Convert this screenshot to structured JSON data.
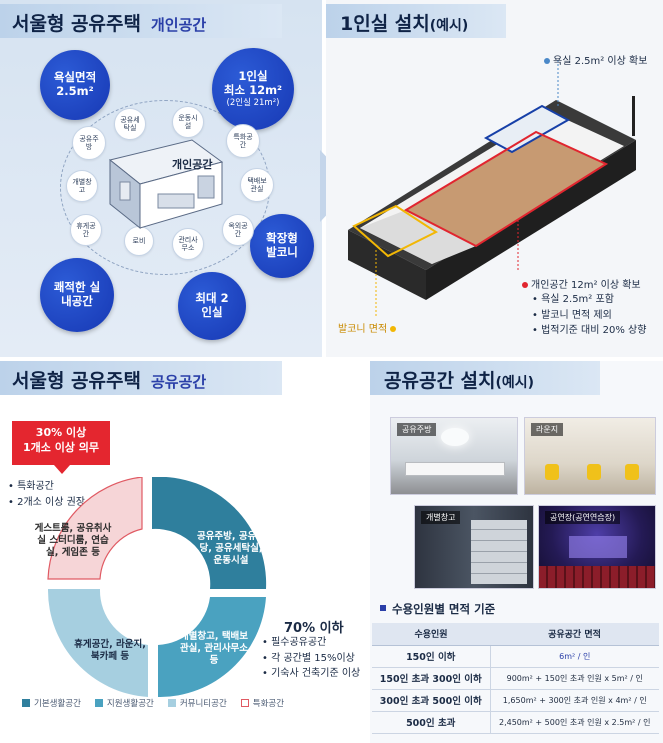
{
  "private": {
    "title": "서울형 공유주택",
    "subtitle": "개인공간",
    "bubbles": {
      "bath": "욕실면적 2.5m²",
      "single_l1": "1인실",
      "single_l2": "최소 12m²",
      "single_l3": "(2인실 21m²)",
      "comfort": "쾌적한 실내공간",
      "max": "최대 2인실",
      "balcony": "확장형 발코니"
    },
    "room_label": "개인공간",
    "small_bubbles": [
      "공유주방",
      "공유세탁실",
      "운동시설",
      "특화공간",
      "개별창고",
      "택배보관실",
      "휴게공간",
      "로비",
      "관리사무소",
      "옥외공간"
    ]
  },
  "single": {
    "title": "1인실 설치",
    "title_suffix": "(예시)",
    "annot_bath": "욕실 2.5m² 이상 확보",
    "annot_private": "개인공간 12m² 이상 확보",
    "bullets": [
      "욕실 2.5m² 포함",
      "발코니 면적 제외",
      "법적기준 대비 20% 상향"
    ],
    "annot_balcony": "발코니 면적"
  },
  "shared": {
    "title": "서울형 공유주택",
    "subtitle": "공유공간",
    "callout_l1": "30% 이상",
    "callout_l2": "1개소 이상 의무",
    "callout_bullets": [
      "특화공간",
      "2개소 이상 권장"
    ],
    "seg_special": "게스트룸, 공유취사실 스터디룸, 연습실, 게임존 등",
    "seg_basic": "공유주방, 공유식당, 공유세탁실, 운동시설",
    "seg_support": "개별창고, 택배보관실, 관리사무소 등",
    "seg_community": "휴게공간, 라운지, 북카페 등",
    "pct_70": "70% 이하",
    "right_bullets": [
      "필수공유공간",
      "각 공간별 15%이상",
      "기숙사 건축기준 이상"
    ],
    "legend": [
      "기본생활공간",
      "지원생활공간",
      "커뮤니티공간",
      "특화공간"
    ],
    "colors": {
      "basic": "#2f7f9d",
      "support": "#4aa2c0",
      "community": "#a6cfe0",
      "special": "#f6d5d7",
      "special_border": "#e05a63"
    }
  },
  "shared_ex": {
    "title": "공유공간 설치",
    "title_suffix": "(예시)",
    "photos": [
      "공유주방",
      "라운지",
      "개별창고",
      "공연장(공연연습장)"
    ],
    "table_title": "수용인원별 면적 기준",
    "table": {
      "headers": [
        "수용인원",
        "공유공간 면적"
      ],
      "rows": [
        {
          "cap": "150인 이하",
          "area": "6m² / 인"
        },
        {
          "cap": "150인 초과 300인 이하",
          "area": "900m² + 150인 초과 인원 x 5m² / 인"
        },
        {
          "cap": "300인 초과 500인 이하",
          "area": "1,650m² + 300인 초과 인원 x 4m² / 인"
        },
        {
          "cap": "500인 초과",
          "area": "2,450m² + 500인 초과 인원 x 2.5m² / 인"
        }
      ]
    }
  }
}
